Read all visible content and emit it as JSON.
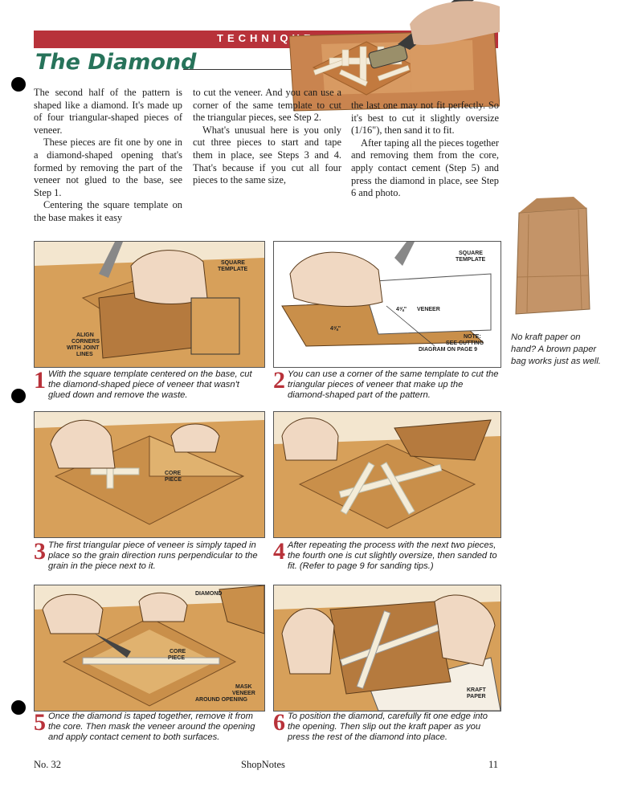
{
  "header": {
    "section": "TECHNIQUE",
    "title": "The Diamond"
  },
  "article": {
    "col1": [
      "The second half of the pattern is shaped like a diamond. It's made up of four triangular-shaped pieces of veneer.",
      "These pieces are fit one by one in a diamond-shaped opening that's formed by removing the part of the veneer not glued to the base, see Step 1.",
      "Centering the square template on the base makes it easy"
    ],
    "col2": [
      "to cut the veneer. And you can use a corner of the same template to cut the triangular pieces, see Step 2.",
      "What's unusual here is you only cut three pieces to start and tape them in place, see Steps 3 and 4. That's because if you cut all four pieces to the same size,"
    ],
    "col3": [
      "the last one may not fit perfectly. So it's best to cut it slightly oversize (1/16\"), then sand it to fit.",
      "After taping all the pieces together and removing them from the core, apply contact cement (Step 5) and press the diamond in place, see Step 6 and photo."
    ]
  },
  "sidebar": {
    "caption": "No kraft paper on hand? A brown paper bag works just as well."
  },
  "steps": [
    {
      "num": "1",
      "caption": "With the square template centered on the base, cut the diamond-shaped piece of veneer that wasn't glued down and remove the waste.",
      "labels": [
        "SQUARE",
        "TEMPLATE",
        "ALIGN",
        "CORNERS",
        "WITH JOINT",
        "LINES"
      ]
    },
    {
      "num": "2",
      "caption": "You can use a corner of the same template to cut the triangular pieces of veneer that make up the diamond-shaped part of the pattern.",
      "labels": [
        "SQUARE",
        "TEMPLATE",
        "4⅝\"",
        "VENEER",
        "4⅝\"",
        "NOTE:",
        "SEE CUTTING",
        "DIAGRAM ON PAGE 9"
      ]
    },
    {
      "num": "3",
      "caption": "The first triangular piece of veneer is simply taped in place so the grain direction runs perpendicular to the grain in the piece next to it.",
      "labels": [
        "CORE",
        "PIECE"
      ]
    },
    {
      "num": "4",
      "caption": "After repeating the process with the next two pieces, the fourth one is cut slightly oversize, then sanded to fit. (Refer to page 9 for sanding tips.)",
      "labels": []
    },
    {
      "num": "5",
      "caption": "Once the diamond is taped together, remove it from the core. Then mask the veneer around the opening and apply contact cement to both surfaces.",
      "labels": [
        "DIAMOND",
        "CORE",
        "PIECE",
        "MASK",
        "VENEER",
        "AROUND OPENING"
      ]
    },
    {
      "num": "6",
      "caption": "To position the diamond, carefully fit one edge into the opening. Then slip out the kraft paper as you press the rest of the diamond into place.",
      "labels": [
        "KRAFT",
        "PAPER"
      ]
    }
  ],
  "footer": {
    "issue": "No. 32",
    "magazine": "ShopNotes",
    "page": "11"
  },
  "colors": {
    "banner": "#b8323a",
    "title": "#27735a",
    "wood": "#d9a35c"
  }
}
